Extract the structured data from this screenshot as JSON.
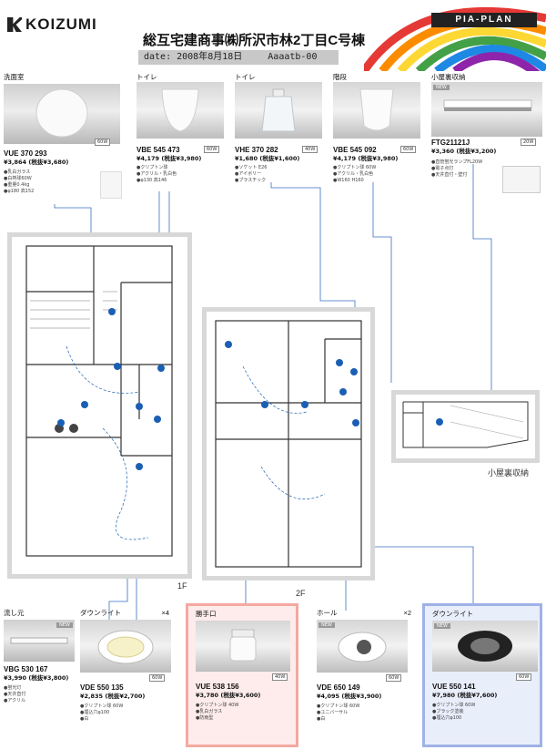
{
  "header": {
    "brand": "KOIZUMI",
    "title": "総互宅建商事㈱所沢市林2丁目C号棟",
    "date_label": "date: 2008年8月18日",
    "code": "Aaaatb-00",
    "series": "PIA-PLAN",
    "colors": [
      "#e53935",
      "#fb8c00",
      "#fdd835",
      "#43a047",
      "#1e88e5",
      "#8e24aa"
    ]
  },
  "products_top": [
    {
      "category": "洗面室",
      "model": "VUE 370 293",
      "price": "¥3,864 (税抜¥3,680)",
      "wattage": "60W",
      "specs": [
        "●乳白ガラス",
        "●白熱球60W",
        "●重量0.4kg",
        "●φ180 高152"
      ]
    },
    {
      "category": "トイレ",
      "model": "VBE 545 473",
      "price": "¥4,179 (税抜¥3,980)",
      "wattage": "60W",
      "specs": [
        "●クリプトン球",
        "●アクリル・乳白色",
        "●φ130 高146"
      ]
    },
    {
      "category": "トイレ",
      "model": "VHE 370 282",
      "price": "¥1,680 (税抜¥1,600)",
      "wattage": "40W",
      "specs": [
        "●ソケット E26",
        "●アイボリー",
        "●プラスチック"
      ]
    },
    {
      "category": "階段",
      "model": "VBE 545 092",
      "price": "¥4,179 (税抜¥3,980)",
      "wattage": "60W",
      "specs": [
        "●クリプトン球 60W",
        "●アクリル・乳白色",
        "●W160 H160"
      ]
    },
    {
      "category": "小屋裏収納",
      "model": "FTG21121J",
      "price": "¥3,360 (税抜¥3,200)",
      "wattage": "20W",
      "new": "NEW",
      "specs": [
        "●直管蛍光ランプFL20W",
        "●電子点灯",
        "●天井直付・壁付"
      ]
    }
  ],
  "plans": {
    "first": "1F",
    "second": "2F",
    "attic": "小屋裏収納"
  },
  "products_bottom": [
    {
      "category": "流し元",
      "model": "VBG 530 167",
      "price": "¥3,990 (税抜¥3,800)",
      "new": "NEW",
      "specs": [
        "●蛍光灯",
        "●天井直付",
        "●アクリル"
      ]
    },
    {
      "category": "ダウンライト",
      "qty": "×4",
      "model": "VDE 550 135",
      "price": "¥2,835 (税抜¥2,700)",
      "wattage": "60W",
      "specs": [
        "●クリプトン球 60W",
        "●埋込穴φ100",
        "●白"
      ]
    },
    {
      "category": "勝手口",
      "model": "VUE 538 156",
      "price": "¥3,780 (税抜¥3,600)",
      "wattage": "40W",
      "specs": [
        "●クリプトン球 40W",
        "●乳白ガラス",
        "●防雨型"
      ]
    },
    {
      "category": "ホール",
      "qty": "×2",
      "model": "VDE 650 149",
      "price": "¥4,095 (税抜¥3,900)",
      "wattage": "60W",
      "new": "NEW",
      "specs": [
        "●クリプトン球 60W",
        "●ユニバーサル",
        "●白"
      ]
    },
    {
      "category": "ダウンライト",
      "model": "VUE 550 141",
      "price": "¥7,980 (税抜¥7,600)",
      "wattage": "60W",
      "new": "NEW",
      "specs": [
        "●クリプトン球 60W",
        "●ブラック塗装",
        "●埋込穴φ100"
      ]
    }
  ]
}
